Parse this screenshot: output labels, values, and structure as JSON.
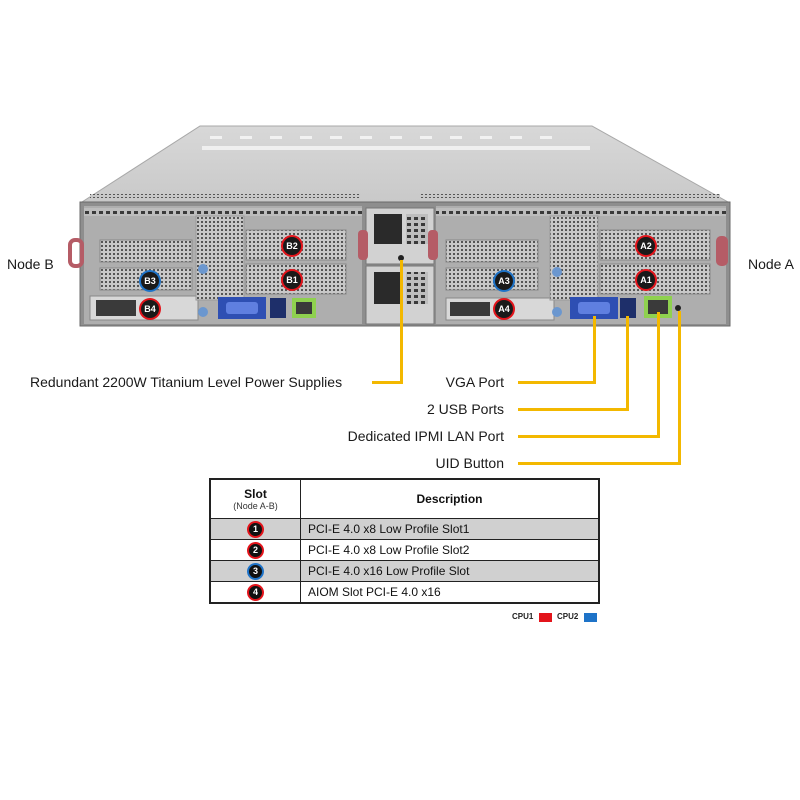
{
  "nodes": {
    "left": "Node B",
    "right": "Node A"
  },
  "chassis_badges": {
    "node_b": [
      {
        "label": "B2",
        "cpu": "CPU1"
      },
      {
        "label": "B1",
        "cpu": "CPU1"
      },
      {
        "label": "B3",
        "cpu": "CPU2"
      },
      {
        "label": "B4",
        "cpu": "CPU1"
      }
    ],
    "node_a": [
      {
        "label": "A2",
        "cpu": "CPU1"
      },
      {
        "label": "A1",
        "cpu": "CPU1"
      },
      {
        "label": "A3",
        "cpu": "CPU2"
      },
      {
        "label": "A4",
        "cpu": "CPU1"
      }
    ]
  },
  "callouts": {
    "power": "Redundant 2200W Titanium Level Power Supplies",
    "vga": "VGA Port",
    "usb": "2 USB Ports",
    "ipmi": "Dedicated IPMI LAN Port",
    "uid": "UID Button"
  },
  "table": {
    "header_slot": "Slot",
    "header_slot_sub": "(Node A-B)",
    "header_desc": "Description",
    "rows": [
      {
        "slot": "1",
        "cpu": "CPU1",
        "desc": "PCI-E 4.0 x8 Low Profile Slot1"
      },
      {
        "slot": "2",
        "cpu": "CPU1",
        "desc": "PCI-E 4.0 x8 Low Profile Slot2"
      },
      {
        "slot": "3",
        "cpu": "CPU2",
        "desc": "PCI-E 4.0 x16 Low Profile Slot"
      },
      {
        "slot": "4",
        "cpu": "CPU1",
        "desc": "AIOM Slot PCI-E 4.0 x16"
      }
    ]
  },
  "legend": [
    {
      "label": "CPU1",
      "color": "#e3141b"
    },
    {
      "label": "CPU2",
      "color": "#1e73c8"
    }
  ],
  "colors": {
    "lead": "#f3b800",
    "cpu1": "#e3141b",
    "cpu2": "#1e73c8",
    "lan_highlight": "#8fd14f"
  }
}
